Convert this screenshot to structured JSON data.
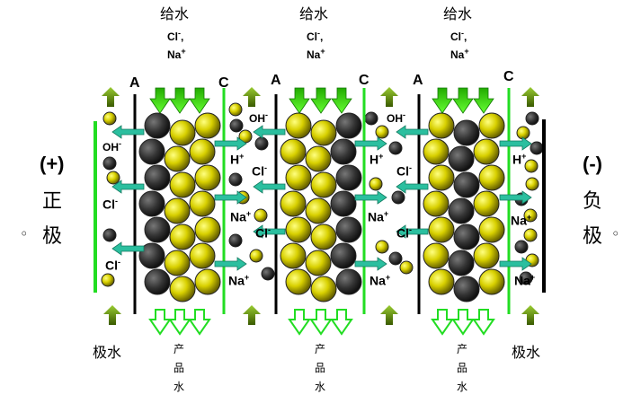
{
  "feed_label": "给水",
  "feed_ions": {
    "cl": "Cl",
    "cl_sup": "-",
    "comma": ",",
    "na": "Na",
    "na_sup": "+"
  },
  "membranes": {
    "anion": "A",
    "cation": "C"
  },
  "ions": {
    "oh": "OH",
    "oh_sup": "-",
    "h": "H",
    "h_sup": "+",
    "cl": "Cl",
    "cl_sup": "-",
    "na": "Na",
    "na_sup": "+"
  },
  "positive_electrode": {
    "sign": "(+)",
    "char1": "正",
    "char2": "极"
  },
  "negative_electrode": {
    "sign": "(-)",
    "char1": "负",
    "char2": "极"
  },
  "electrode_water": "极水",
  "product_water": {
    "c1": "产",
    "c2": "品",
    "c3": "水"
  },
  "bullet": "◦",
  "colors": {
    "membrane_cation": "#22dd22",
    "membrane_anion": "#000000",
    "resin_yellow": "#d8d000",
    "resin_black": "#333333",
    "ion_arrow": "#2bbf9f",
    "feed_arrow": "#22cc00",
    "up_arrow": "#6b8e00"
  }
}
